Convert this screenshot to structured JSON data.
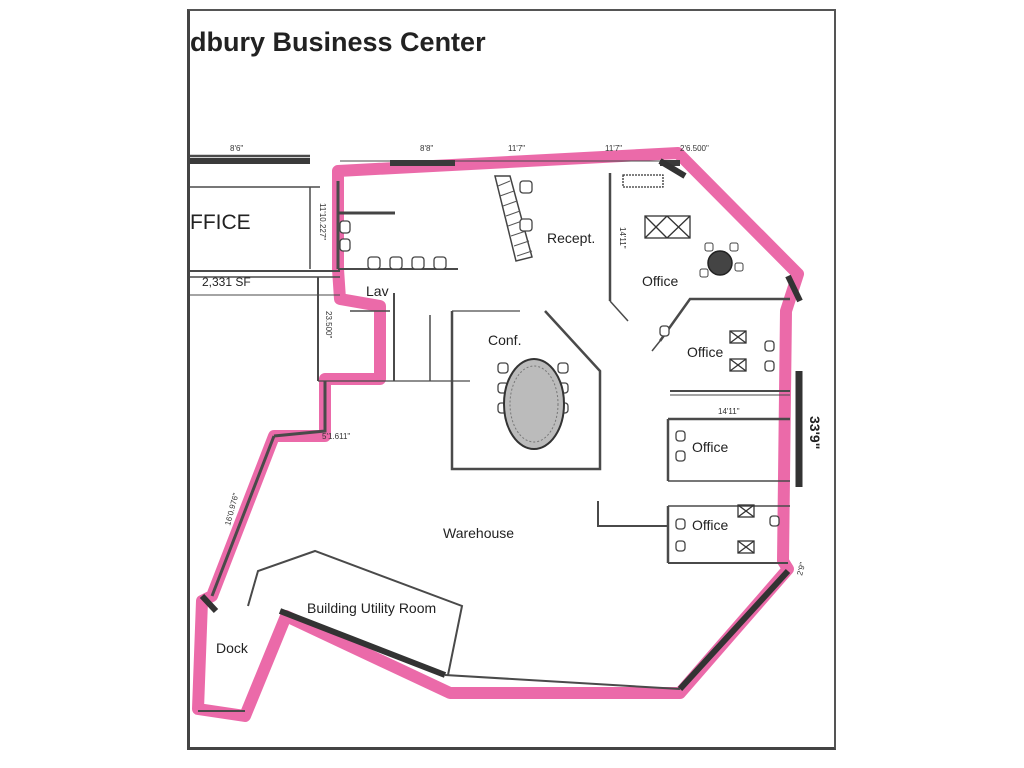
{
  "title": "dbury Business Center",
  "rooms": {
    "office_left": "FFICE",
    "lav": "Lav",
    "conf": "Conf.",
    "recept": "Recept.",
    "office_top": "Office",
    "office_2": "Office",
    "office_3": "Office",
    "office_4": "Office",
    "warehouse": "Warehouse",
    "utility": "Building Utility Room",
    "dock": "Dock"
  },
  "area_label": "2,331 SF",
  "side_dimension": "33'9\"",
  "dimensions": {
    "d1": "8'6\"",
    "d2": "8'8\"",
    "d3": "11'7\"",
    "d4": "11'7\"",
    "d5": "2'6.500\"",
    "d6": "11'10.227\"",
    "d7": "23.500\"",
    "d8": "5'1.611\"",
    "d9": "16'0.976\"",
    "d10": "14'11\"",
    "d11": "14'11\"",
    "d12": "2'9\""
  },
  "colors": {
    "highlight": "#e8509a",
    "wall": "#4a4a4a",
    "ink": "#333333"
  }
}
